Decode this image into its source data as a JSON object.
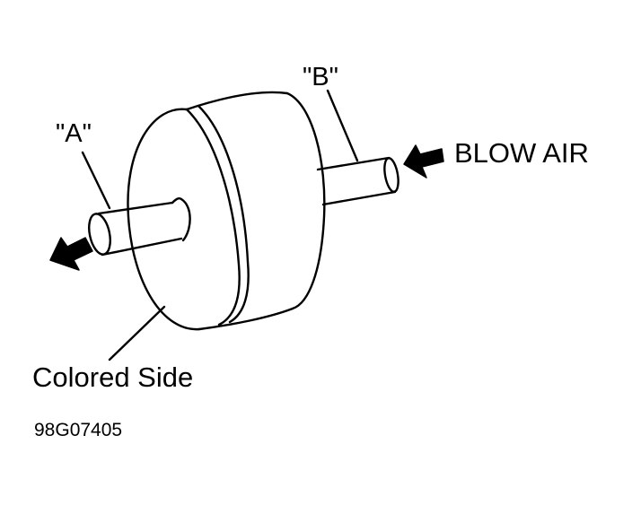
{
  "diagram": {
    "label_a": "\"A\"",
    "label_b": "\"B\"",
    "blow_air": "BLOW AIR",
    "colored_side": "Colored Side",
    "figure_code": "98G07405"
  },
  "colors": {
    "line": "#000000",
    "background": "#ffffff"
  }
}
